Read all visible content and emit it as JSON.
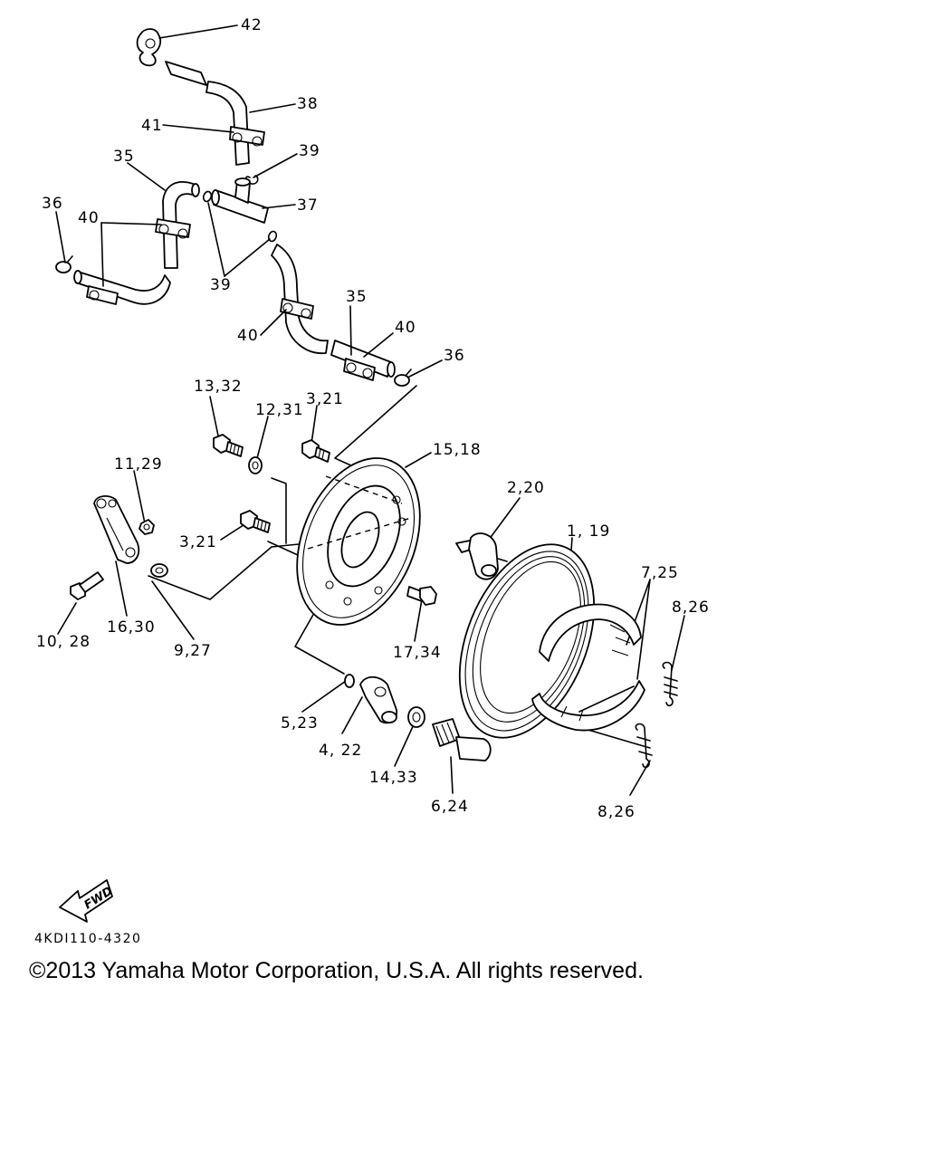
{
  "diagram": {
    "labels": {
      "p42": "42",
      "p38": "38",
      "p41": "41",
      "p39a": "39",
      "p35a": "35",
      "p37": "37",
      "p36a": "36",
      "p40a": "40",
      "p39b": "39",
      "p35b": "35",
      "p40b": "40",
      "p40c": "40",
      "p36b": "36",
      "p13_32": "13,32",
      "p12_31": "12,31",
      "p3_21a": "3,21",
      "p15_18": "15,18",
      "p11_29": "11,29",
      "p2_20": "2,20",
      "p1_19": "1, 19",
      "p3_21b": "3,21",
      "p7_25": "7,25",
      "p8_26a": "8,26",
      "p17_34": "17,34",
      "p10_28": "10, 28",
      "p16_30": "16,30",
      "p9_27": "9,27",
      "p5_23": "5,23",
      "p4_22": "4, 22",
      "p14_33": "14,33",
      "p6_24": "6,24",
      "p8_26b": "8,26"
    },
    "fwd_label": "FWD",
    "drawing_code": "4KDI110-4320"
  },
  "footer": {
    "copyright": "©2013 Yamaha Motor Corporation, U.S.A. All rights reserved."
  }
}
